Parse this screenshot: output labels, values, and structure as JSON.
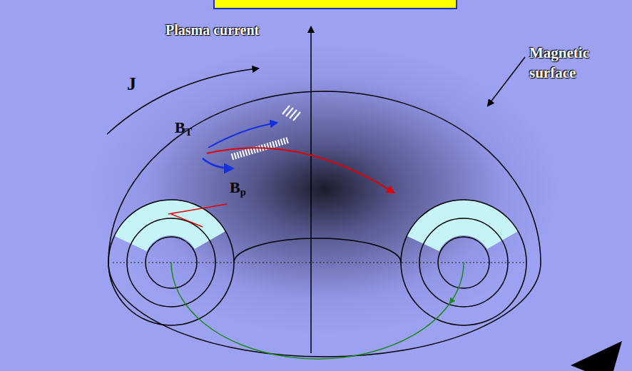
{
  "diagram": {
    "labels": [
      "Plasma current",
      "J",
      "BT",
      "Bp",
      "Magnetic surface"
    ]
  }
}
